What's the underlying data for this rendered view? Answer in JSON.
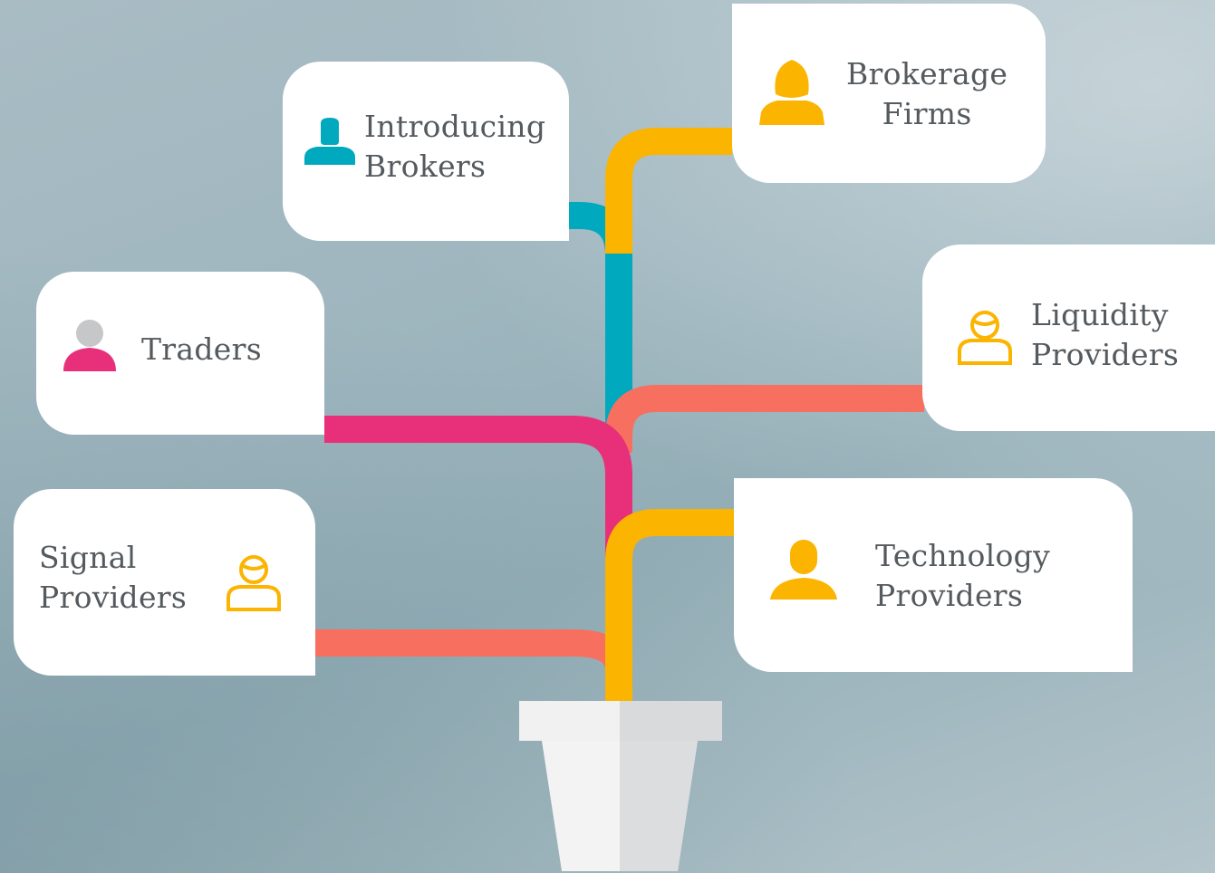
{
  "nodes": {
    "introducing_brokers": {
      "line1": "Introducing",
      "line2": "Brokers",
      "icon": "person-icon",
      "color": "#00a9be"
    },
    "brokerage_firms": {
      "line1": "Brokerage",
      "line2": "Firms",
      "icon": "person-female-icon",
      "color": "#fbb400"
    },
    "traders": {
      "line1": "Traders",
      "icon": "person-icon",
      "color": "#e8307a",
      "head_color": "#c5c7c9"
    },
    "liquidity_providers": {
      "line1": "Liquidity",
      "line2": "Providers",
      "icon": "person-outline-icon",
      "color": "#fbb400"
    },
    "signal_providers": {
      "line1": "Signal",
      "line2": "Providers",
      "icon": "person-outline-icon",
      "color": "#fbb400"
    },
    "technology_providers": {
      "line1": "Technology",
      "line2": "Providers",
      "icon": "person-icon",
      "color": "#fbb400"
    }
  },
  "colors": {
    "teal": "#00a9be",
    "yellow": "#fbb400",
    "pink": "#e8307a",
    "salmon": "#f7705f",
    "card": "#ffffff",
    "pot_light": "#f3f3f3",
    "pot_shade": "#d9dadb"
  }
}
